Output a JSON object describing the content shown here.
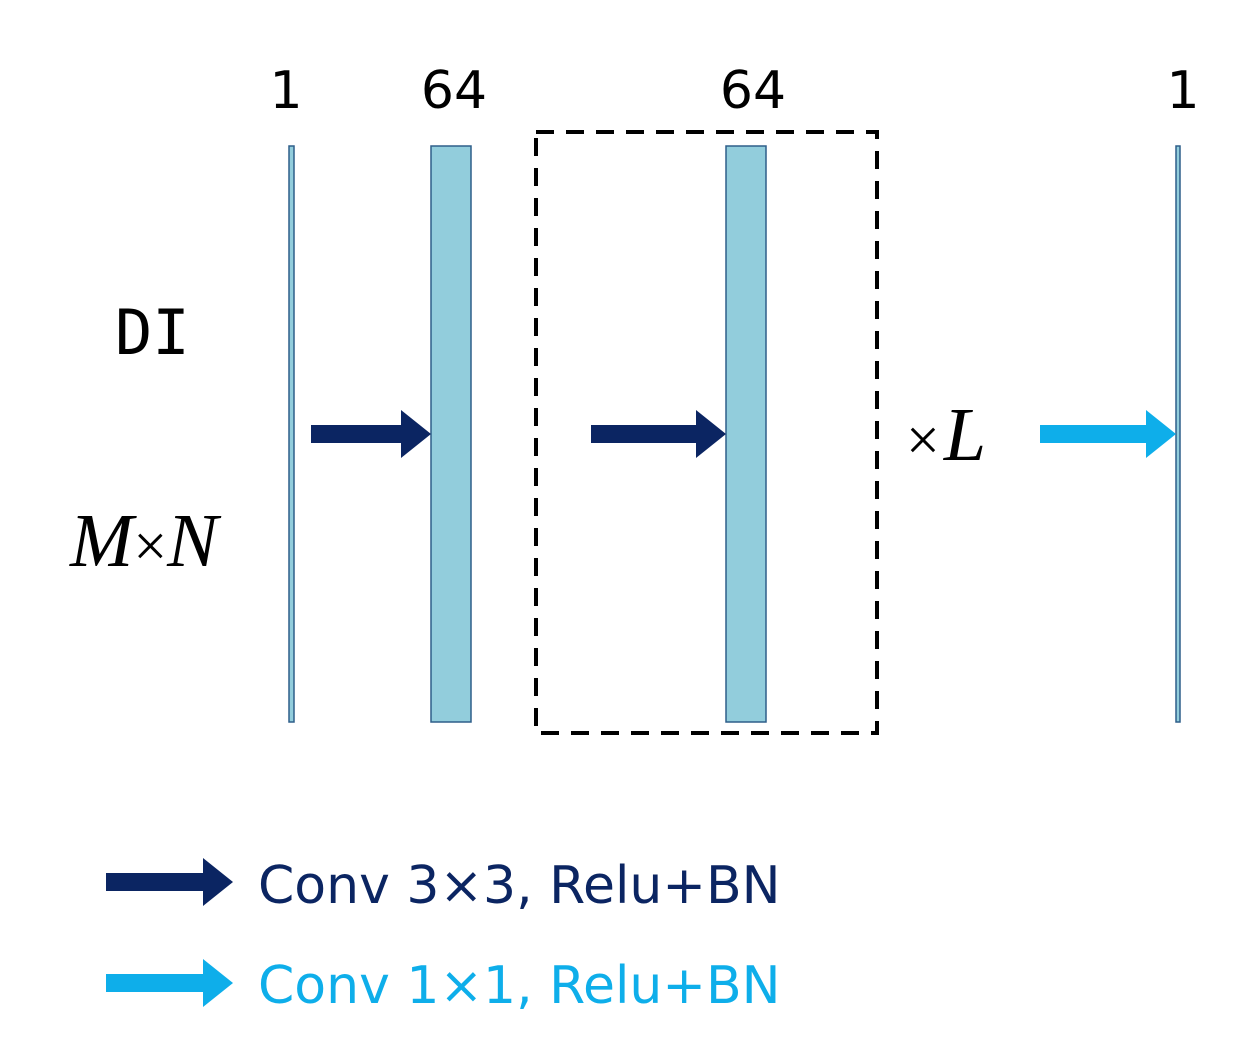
{
  "diagram": {
    "layers": [
      {
        "channels": "1"
      },
      {
        "channels": "64"
      },
      {
        "channels": "64"
      },
      {
        "channels": "1"
      }
    ],
    "input_label": "DI",
    "input_dims": {
      "m": "M",
      "times": "×",
      "n": "N"
    },
    "repeat": {
      "times": "×",
      "l": "L"
    }
  },
  "legend": {
    "items": [
      {
        "label": "Conv 3×3, Relu+BN",
        "color": "#0b2562",
        "icon": "arrow-right-icon"
      },
      {
        "label": "Conv 1×1, Relu+BN",
        "color": "#0eaeea",
        "icon": "arrow-right-icon"
      }
    ]
  },
  "colors": {
    "layer_fill": "#92cddc",
    "layer_stroke": "#2e5f8a",
    "dashed_box": "#000000"
  }
}
